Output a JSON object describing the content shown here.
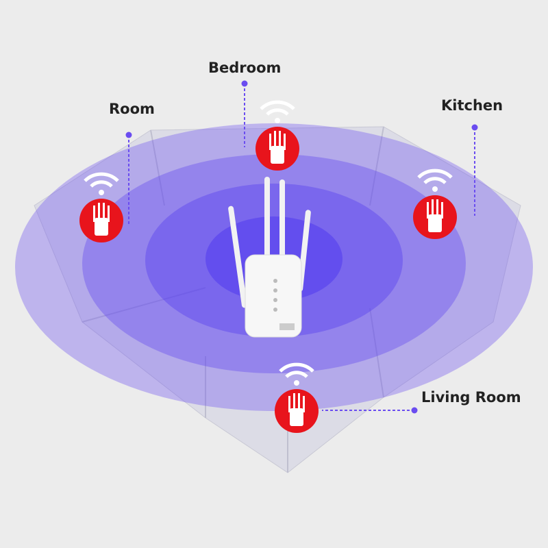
{
  "labels": {
    "bedroom": "Bedroom",
    "room": "Room",
    "kitchen": "Kitchen",
    "living_room": "Living Room"
  },
  "colors": {
    "background": "#ececec",
    "coverage": "#6a4cf0",
    "node": "#e8141c",
    "connector": "#6a4cf0"
  },
  "icons": [
    "wifi-icon",
    "extender-icon"
  ]
}
